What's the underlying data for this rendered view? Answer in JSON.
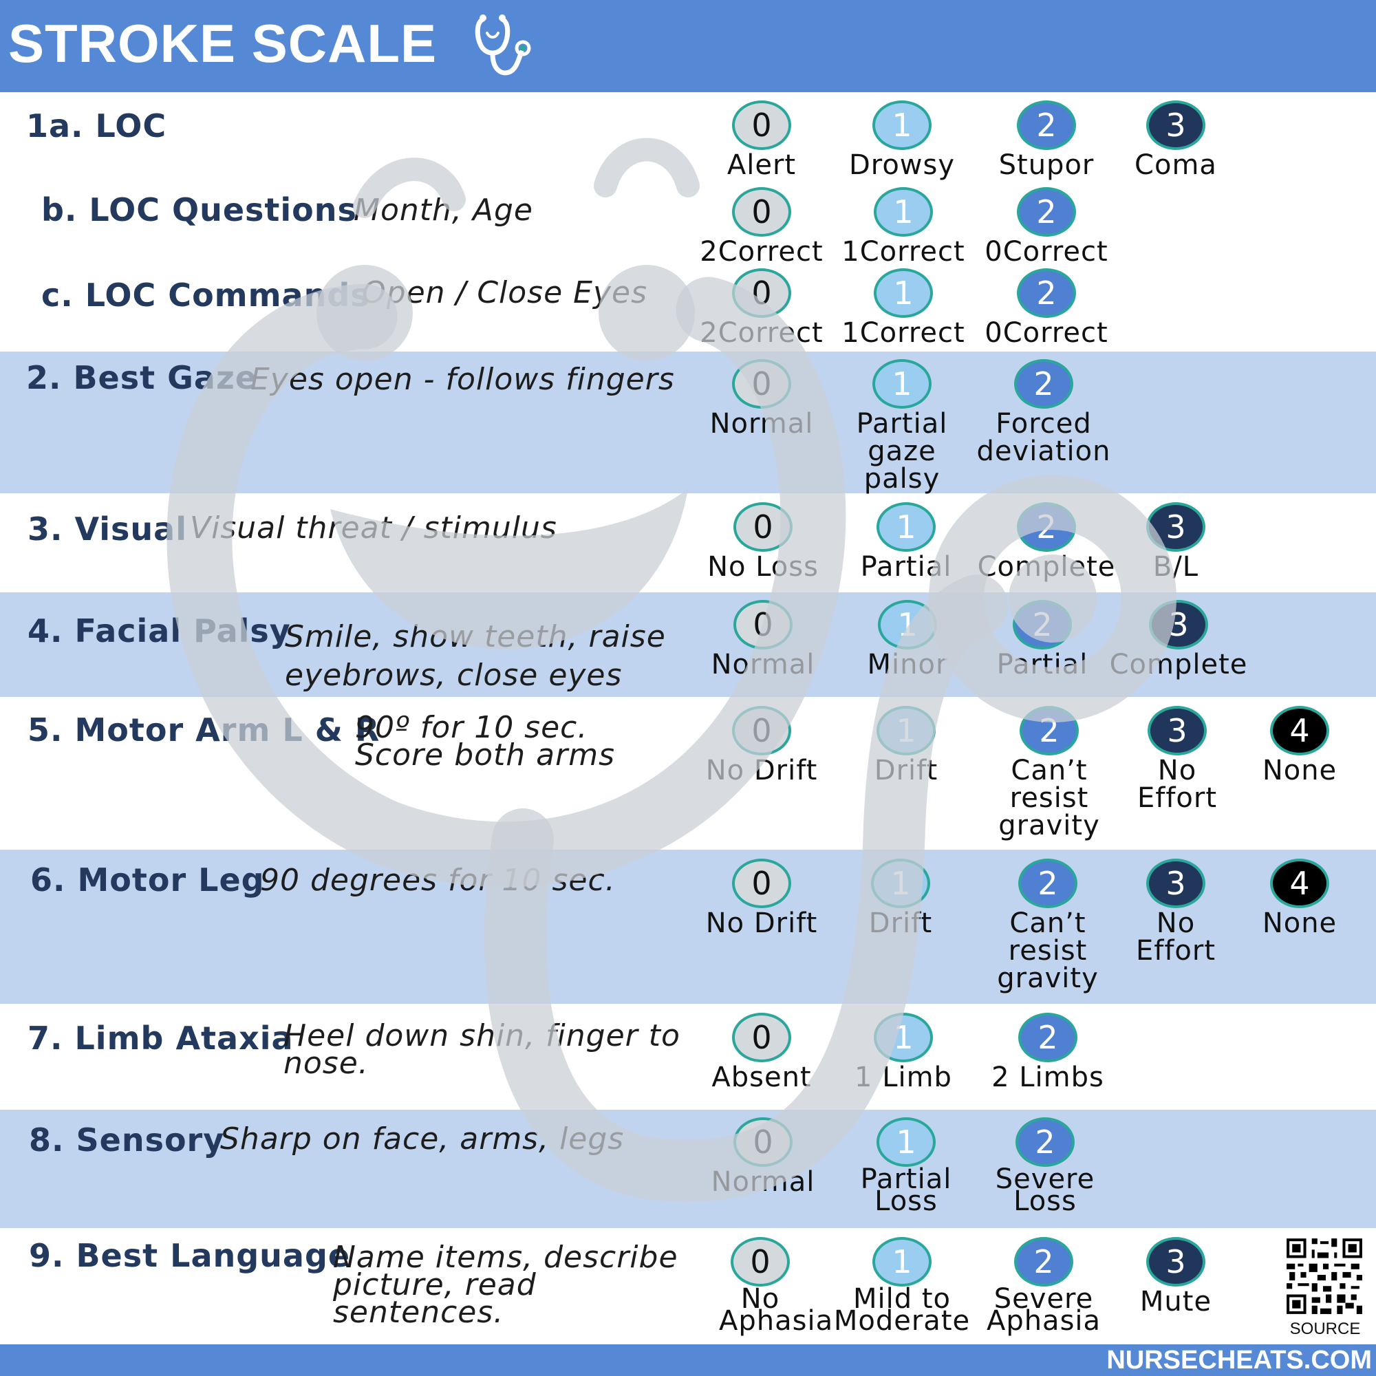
{
  "header": {
    "title": "STROKE SCALE",
    "icon": "stethoscope-icon"
  },
  "colors": {
    "header_blue": "#5589d6",
    "band_blue": "#c1d4ef",
    "label_navy": "#23395d",
    "score_0": "#d4d9de",
    "score_1": "#9bcdf0",
    "score_2": "#4f80d2",
    "score_3": "#20365a",
    "score_4": "#000000",
    "ring_teal": "#2aa79b"
  },
  "items": [
    {
      "label": "1a. LOC",
      "instruction": "",
      "options": [
        {
          "score": "0",
          "text": "Alert"
        },
        {
          "score": "1",
          "text": "Drowsy"
        },
        {
          "score": "2",
          "text": "Stupor"
        },
        {
          "score": "3",
          "text": "Coma"
        }
      ]
    },
    {
      "label": "b. LOC Questions",
      "instruction": "Month, Age",
      "options": [
        {
          "score": "0",
          "text": "2Correct"
        },
        {
          "score": "1",
          "text": "1Correct"
        },
        {
          "score": "2",
          "text": "0Correct"
        }
      ]
    },
    {
      "label": "c. LOC Commands",
      "instruction": "Open / Close Eyes",
      "options": [
        {
          "score": "0",
          "text": "2Correct"
        },
        {
          "score": "1",
          "text": "1Correct"
        },
        {
          "score": "2",
          "text": "0Correct"
        }
      ]
    },
    {
      "label": "2. Best Gaze",
      "instruction": "Eyes open - follows fingers",
      "options": [
        {
          "score": "0",
          "text": "Normal"
        },
        {
          "score": "1",
          "text": "Partial gaze palsy"
        },
        {
          "score": "2",
          "text": "Forced deviation"
        }
      ]
    },
    {
      "label": "3. Visual",
      "instruction": "Visual threat / stimulus",
      "options": [
        {
          "score": "0",
          "text": "No Loss"
        },
        {
          "score": "1",
          "text": "Partial"
        },
        {
          "score": "2",
          "text": "Complete"
        },
        {
          "score": "3",
          "text": "B/L"
        }
      ]
    },
    {
      "label": "4. Facial Palsy",
      "instruction": "Smile, show teeth, raise eyebrows, close eyes",
      "options": [
        {
          "score": "0",
          "text": "Normal"
        },
        {
          "score": "1",
          "text": "Minor"
        },
        {
          "score": "2",
          "text": "Partial"
        },
        {
          "score": "3",
          "text": "Complete"
        }
      ]
    },
    {
      "label": "5. Motor Arm L & R",
      "instruction": "90º for 10 sec. Score both arms",
      "options": [
        {
          "score": "0",
          "text": "No Drift"
        },
        {
          "score": "1",
          "text": "Drift"
        },
        {
          "score": "2",
          "text": "Can’t resist gravity"
        },
        {
          "score": "3",
          "text": "No Effort"
        },
        {
          "score": "4",
          "text": "None"
        }
      ]
    },
    {
      "label": "6. Motor Leg",
      "instruction": "90 degrees for 10 sec.",
      "options": [
        {
          "score": "0",
          "text": "No Drift"
        },
        {
          "score": "1",
          "text": "Drift"
        },
        {
          "score": "2",
          "text": "Can’t resist gravity"
        },
        {
          "score": "3",
          "text": "No Effort"
        },
        {
          "score": "4",
          "text": "None"
        }
      ]
    },
    {
      "label": "7. Limb Ataxia",
      "instruction": "Heel down shin, finger to nose.",
      "options": [
        {
          "score": "0",
          "text": "Absent"
        },
        {
          "score": "1",
          "text": "1 Limb"
        },
        {
          "score": "2",
          "text": "2 Limbs"
        }
      ]
    },
    {
      "label": "8. Sensory",
      "instruction": "Sharp on face, arms, legs",
      "options": [
        {
          "score": "0",
          "text": "Normal"
        },
        {
          "score": "1",
          "text": "Partial Loss"
        },
        {
          "score": "2",
          "text": "Severe Loss"
        }
      ]
    },
    {
      "label": "9. Best Language",
      "instruction": "Name items, describe picture, read sentences.",
      "options": [
        {
          "score": "0",
          "text": "No Aphasia"
        },
        {
          "score": "1",
          "text": "Mild to Moderate"
        },
        {
          "score": "2",
          "text": "Severe Aphasia"
        },
        {
          "score": "3",
          "text": "Mute"
        }
      ]
    }
  ],
  "qr": {
    "caption": "SOURCE"
  },
  "footer": {
    "site": "NURSECHEATS.COM"
  }
}
